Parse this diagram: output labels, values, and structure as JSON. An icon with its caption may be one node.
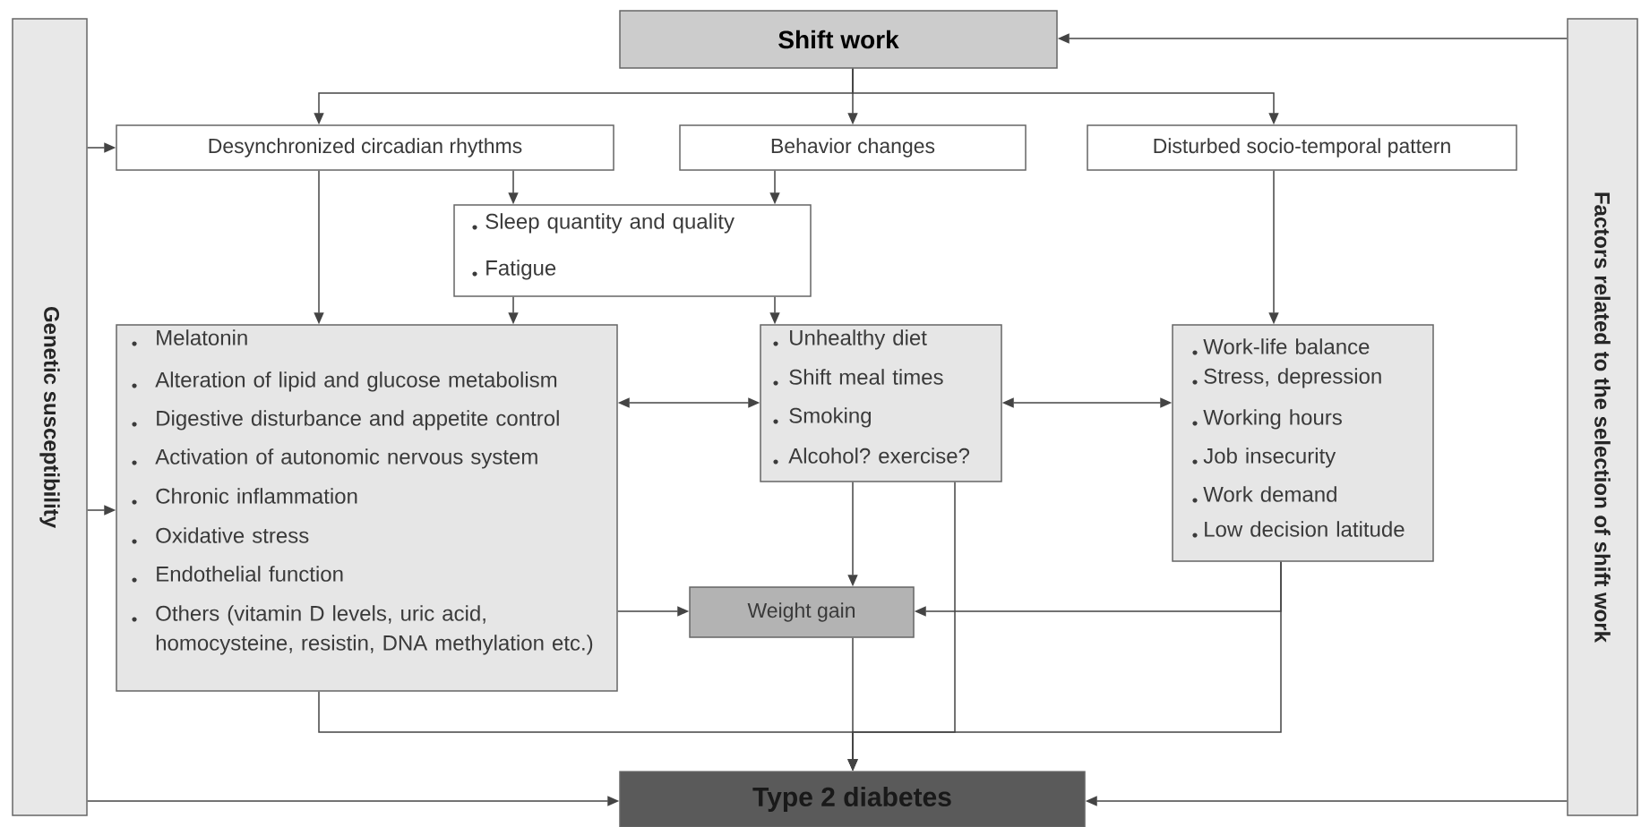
{
  "diagram": {
    "nodes": [
      {
        "text": [
          "Shift work"
        ]
      },
      {
        "text": [
          "Genetic susceptibility"
        ]
      },
      {
        "text": [
          "Factors related to the selection of shift work"
        ]
      },
      {
        "text": [
          "Desynchronized circadian rhythms"
        ]
      },
      {
        "text": [
          "Behavior changes"
        ]
      },
      {
        "text": [
          "Disturbed socio-temporal pattern"
        ]
      },
      {
        "text": [
          "Sleep quantity and quality",
          "Fatigue"
        ]
      },
      {
        "text": [
          "Melatonin",
          "Alteration of lipid and glucose metabolism",
          "Digestive disturbance and appetite control",
          "Activation of autonomic nervous system",
          "Chronic inflammation",
          "Oxidative stress",
          "Endothelial function",
          "Others (vitamin D levels, uric acid, homocysteine, resistin, DNA methylation etc.)"
        ]
      },
      {
        "text": [
          "Unhealthy diet",
          "Shift meal times",
          "Smoking",
          "Alcohol? exercise?"
        ]
      },
      {
        "text": [
          "Work-life balance",
          "Stress, depression",
          "Working hours",
          "Job insecurity",
          "Work demand",
          "Low decision latitude"
        ]
      },
      {
        "text": [
          "Weight gain"
        ]
      },
      {
        "text": [
          "Type 2 diabetes"
        ]
      }
    ],
    "edges": [
      {
        "from": 0,
        "to": 3,
        "arrow": "to"
      },
      {
        "from": 0,
        "to": 4,
        "arrow": "to"
      },
      {
        "from": 0,
        "to": 5,
        "arrow": "to"
      },
      {
        "from": 2,
        "to": 0,
        "arrow": "to"
      },
      {
        "from": 1,
        "to": 3,
        "arrow": "to"
      },
      {
        "from": 1,
        "to": 7,
        "arrow": "to"
      },
      {
        "from": 1,
        "to": 11,
        "arrow": "to"
      },
      {
        "from": 2,
        "to": 11,
        "arrow": "to"
      },
      {
        "from": 3,
        "to": 6,
        "arrow": "to"
      },
      {
        "from": 4,
        "to": 6,
        "arrow": "to"
      },
      {
        "from": 3,
        "to": 7,
        "arrow": "to"
      },
      {
        "from": 6,
        "to": 7,
        "arrow": "to"
      },
      {
        "from": 6,
        "to": 8,
        "arrow": "to"
      },
      {
        "from": 5,
        "to": 9,
        "arrow": "to"
      },
      {
        "from": 7,
        "to": 8,
        "arrow": "both"
      },
      {
        "from": 8,
        "to": 9,
        "arrow": "both"
      },
      {
        "from": 8,
        "to": 10,
        "arrow": "to"
      },
      {
        "from": 7,
        "to": 10,
        "arrow": "to"
      },
      {
        "from": 9,
        "to": 10,
        "arrow": "to"
      },
      {
        "from": 10,
        "to": 11,
        "arrow": "to"
      },
      {
        "from": 7,
        "to": 11,
        "arrow": "to"
      },
      {
        "from": 8,
        "to": 11,
        "arrow": "to"
      },
      {
        "from": 9,
        "to": 11,
        "arrow": "to"
      }
    ]
  }
}
